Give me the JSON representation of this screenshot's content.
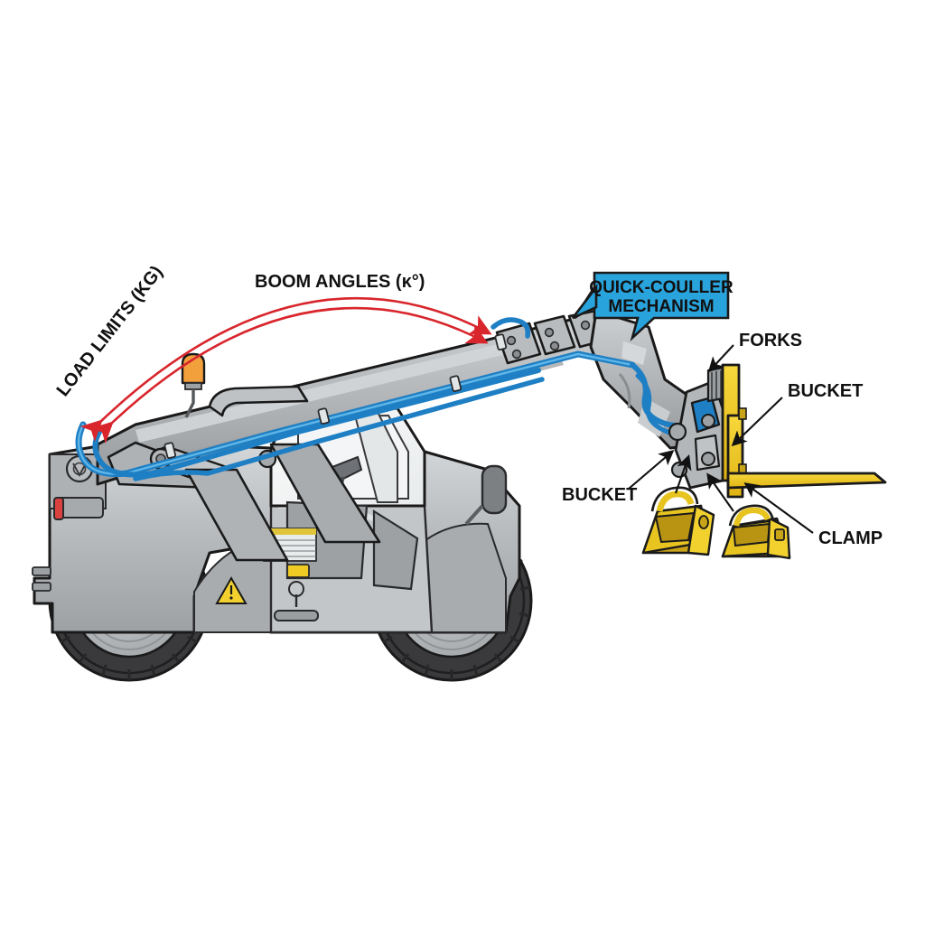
{
  "diagram": {
    "title": "Telehandler attachment and boom diagram",
    "background": "#ffffff"
  },
  "annotations": {
    "boom_angles": {
      "label": "BOOM ANGLES (κ°)",
      "arrow_color": "#D8262C",
      "style": "double-headed-arc"
    },
    "load_limits": {
      "label": "LOAD LIMITS (KG)",
      "arrow_color": "#D8262C",
      "rotation_deg": -52
    },
    "callout": {
      "label_line1": "QUICK-COULLER",
      "label_line2": "MECHANISM",
      "box_color": "#29A3DC",
      "text_color": "#111111"
    },
    "forks": {
      "label": "FORKS"
    },
    "bucket_head": {
      "label": "BUCKET"
    },
    "bucket_ground": {
      "label": "BUCKET"
    },
    "clamp": {
      "label": "CLAMP"
    }
  },
  "machine": {
    "name": "telehandler",
    "body_color": "#B4B7B9",
    "body_shadow": "#8E9295",
    "body_highlight": "#D2D5D7",
    "boom_color": "#B7BABC",
    "tire_color": "#3A3A3C",
    "rim_color": "#B9BCBE",
    "hydraulic_hose_color": "#1E7FC4",
    "beacon_color": "#F2A03C",
    "taillight_color": "#D9413F",
    "decal_warning_color": "#F2D12E",
    "attachment_color": "#F2C722",
    "attachment_shadow": "#C9A318",
    "outline_color": "#1a1a1a"
  },
  "attachments_on_ground": [
    {
      "name": "bucket-left",
      "color": "#F2C722"
    },
    {
      "name": "bucket-right",
      "color": "#F2C722"
    }
  ],
  "decals": {
    "load_chart": {
      "name": "load-chart-sticker"
    },
    "warning_upper": {
      "name": "warning-triangle"
    },
    "warning_lower": {
      "name": "warning-triangle"
    }
  }
}
